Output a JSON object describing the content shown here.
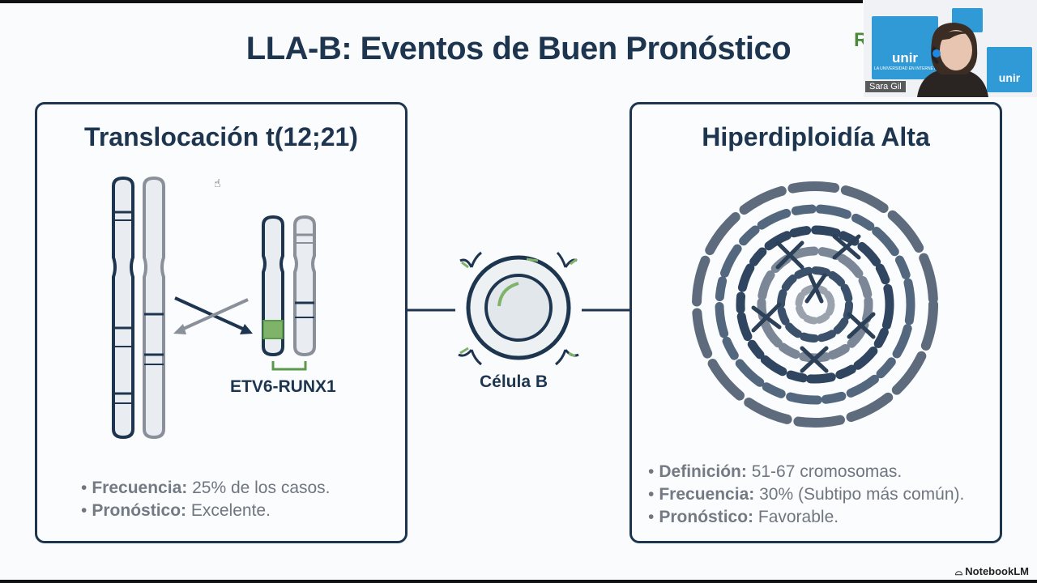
{
  "slide": {
    "title": "LLA-B: Eventos de Buen Pronóstico",
    "title_partial": "R"
  },
  "left_panel": {
    "title": "Translocación t(12;21)",
    "fusion_label": "ETV6-RUNX1",
    "bullets": [
      {
        "key": "Frecuencia:",
        "value": " 25% de los casos."
      },
      {
        "key": "Pronóstico:",
        "value": " Excelente."
      }
    ]
  },
  "center": {
    "cell_label": "Célula B"
  },
  "right_panel": {
    "title": "Hiperdiploidía Alta",
    "bullets": [
      {
        "key": "Definición:",
        "value": " 51-67 cromosomas."
      },
      {
        "key": "Frecuencia:",
        "value": " 30% (Subtipo más común)."
      },
      {
        "key": "Pronóstico:",
        "value": " Favorable."
      }
    ]
  },
  "video_overlay": {
    "participant_name": "Sara Gil",
    "logo_text": "unir",
    "logo_subtext": "LA UNIVERSIDAD EN INTERNET"
  },
  "footer": {
    "brand": "NotebookLM"
  },
  "colors": {
    "navy": "#1e3550",
    "gray": "#7d8590",
    "green": "#5c9a4b",
    "unir_blue": "#2f9ad6"
  },
  "icons": {
    "cursor": "hand-cursor-icon",
    "brand": "notebooklm-logo-icon"
  }
}
